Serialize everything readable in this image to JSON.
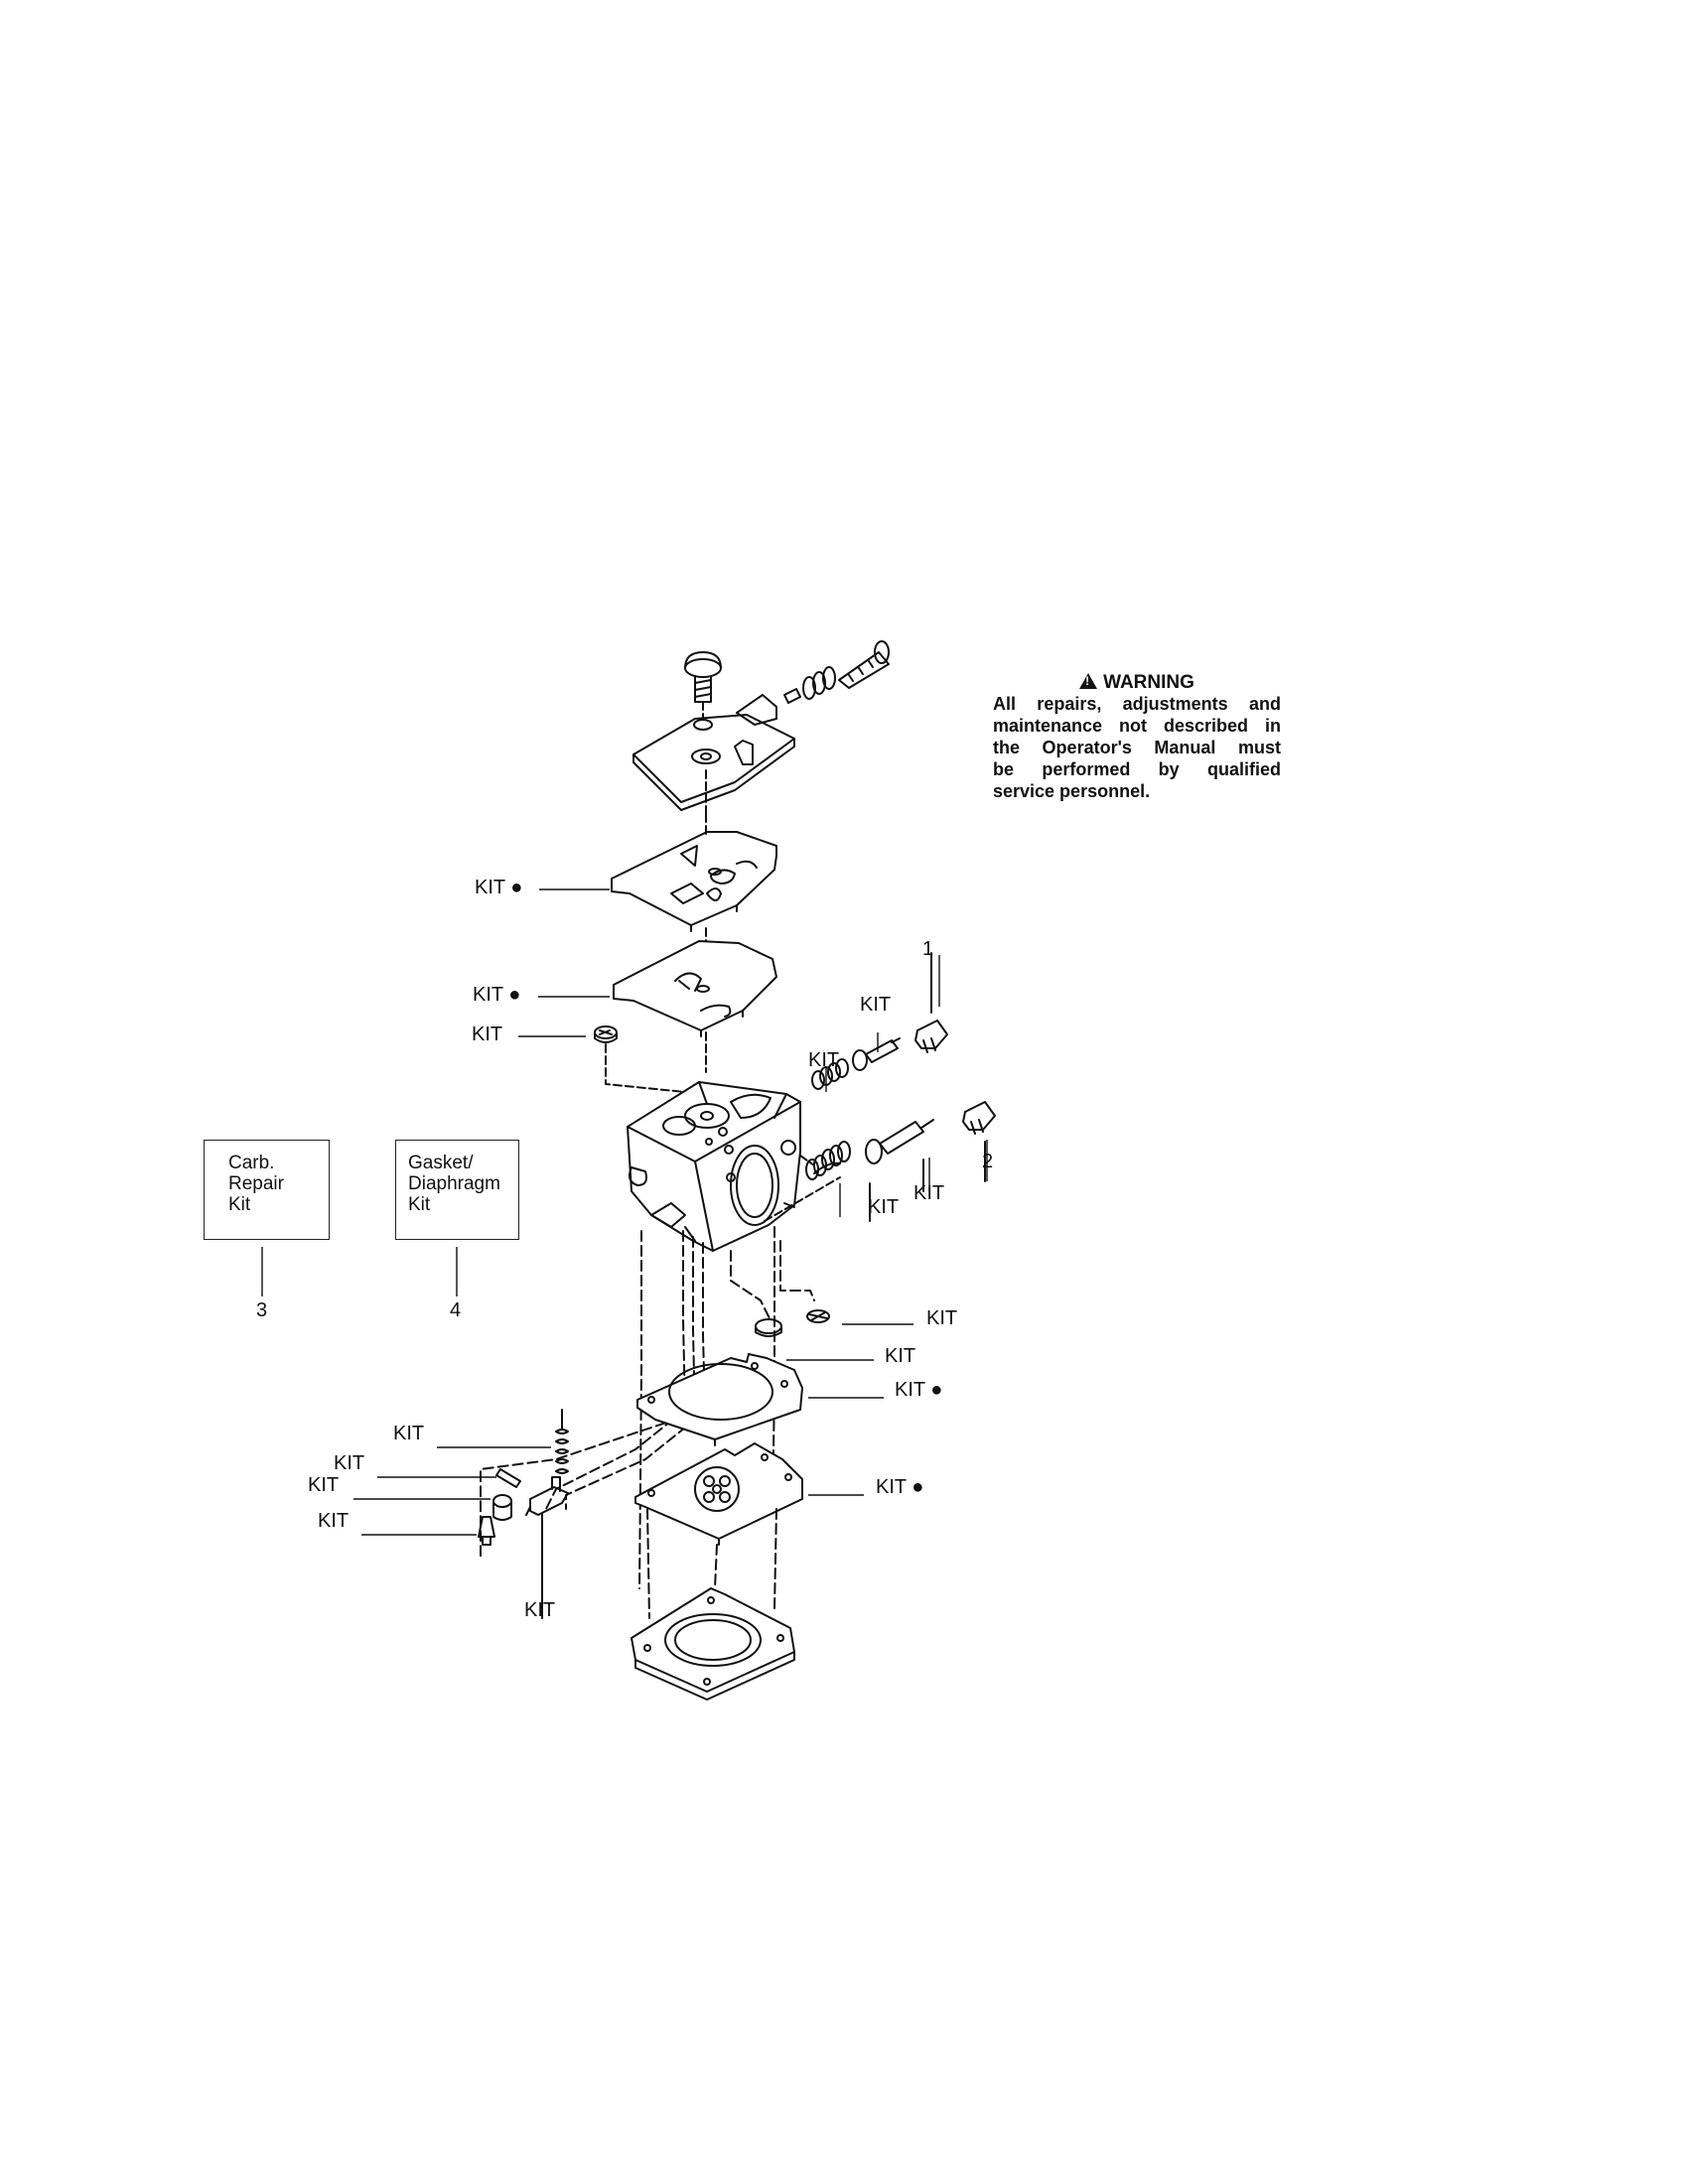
{
  "warning": {
    "title": "WARNING",
    "lines": [
      "All repairs, adjustments and",
      "maintenance not described in",
      "the Operator's Manual must",
      "be performed by qualified",
      "service personnel."
    ]
  },
  "kit_boxes": [
    {
      "lines": [
        "Carb.",
        "Repair",
        "Kit"
      ],
      "number": "3"
    },
    {
      "lines": [
        "Gasket/",
        "Diaphragm",
        "Kit"
      ],
      "number": "4"
    }
  ],
  "labels": {
    "kit": "KIT",
    "kit_dot": "KIT ●",
    "num1": "1",
    "num2": "2"
  }
}
